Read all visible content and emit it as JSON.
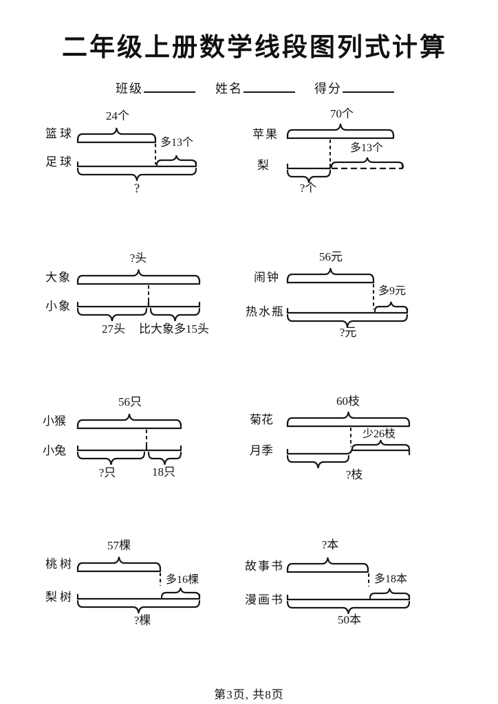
{
  "page": {
    "title": "二年级上册数学线段图列式计算",
    "header_fields": [
      {
        "label": "班级"
      },
      {
        "label": "姓名"
      },
      {
        "label": "得分"
      }
    ],
    "footer": "第3页, 共8页"
  },
  "colors": {
    "ink": "#161616",
    "paper": "#ffffff"
  },
  "problems": [
    {
      "row1_label": "篮球",
      "row2_label": "足球",
      "top_label": "24个",
      "diff_label": "多13个",
      "bottom_label": "?"
    },
    {
      "row1_label": "苹果",
      "row2_label": "梨",
      "top_label": "70个",
      "diff_label": "多13个",
      "bottom_label": "?个"
    },
    {
      "row1_label": "大象",
      "row2_label": "小象",
      "top_label": "?头",
      "bottom_left_label": "27头",
      "bottom_right_label": "比大象多15头"
    },
    {
      "row1_label": "闹钟",
      "row2_label": "热水瓶",
      "top_label": "56元",
      "diff_label": "多9元",
      "bottom_label": "?元"
    },
    {
      "row1_label": "小猴",
      "row2_label": "小兔",
      "top_label": "56只",
      "bottom_left_label": "?只",
      "bottom_right_label": "18只"
    },
    {
      "row1_label": "菊花",
      "row2_label": "月季",
      "top_label": "60枝",
      "diff_label": "少26枝",
      "bottom_label": "?枝"
    },
    {
      "row1_label": "桃树",
      "row2_label": "梨树",
      "top_label": "57棵",
      "diff_label": "多16棵",
      "bottom_label": "?棵"
    },
    {
      "row1_label": "故事书",
      "row2_label": "漫画书",
      "top_label": "?本",
      "diff_label": "多18本",
      "bottom_label": "50本"
    }
  ]
}
